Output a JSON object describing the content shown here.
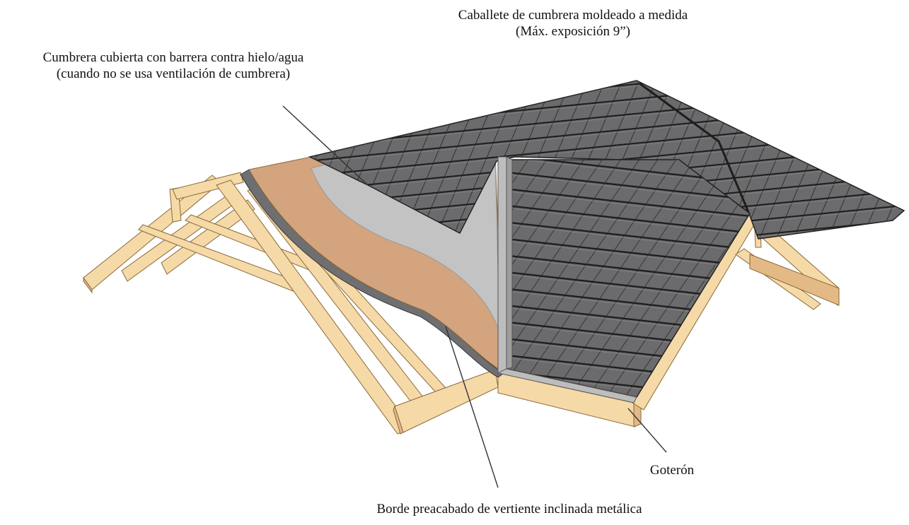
{
  "labels": {
    "ridge_cap": {
      "line1": "Caballete de cumbrera moldeado a medida",
      "line2": "(Máx. exposición 9”)"
    },
    "ridge_cover": {
      "line1": "Cumbrera cubierta con barrera contra hielo/agua",
      "line2": "(cuando no se usa ventilación de cumbrera)"
    },
    "drip_edge": "Goterón",
    "rake_edge": "Borde preacabado de vertiente inclinada metálica"
  },
  "colors": {
    "wood_face": "#f5d9a6",
    "wood_side": "#e3b985",
    "wood_edge": "#8a6a3c",
    "underlayment": "#d3a47d",
    "ice_water_barrier": "#c3c3c3",
    "shingle": "#6b6b6d",
    "shingle_edge": "#232323",
    "metal_flashing": "#bdbdbd",
    "leader_line": "#333333"
  }
}
